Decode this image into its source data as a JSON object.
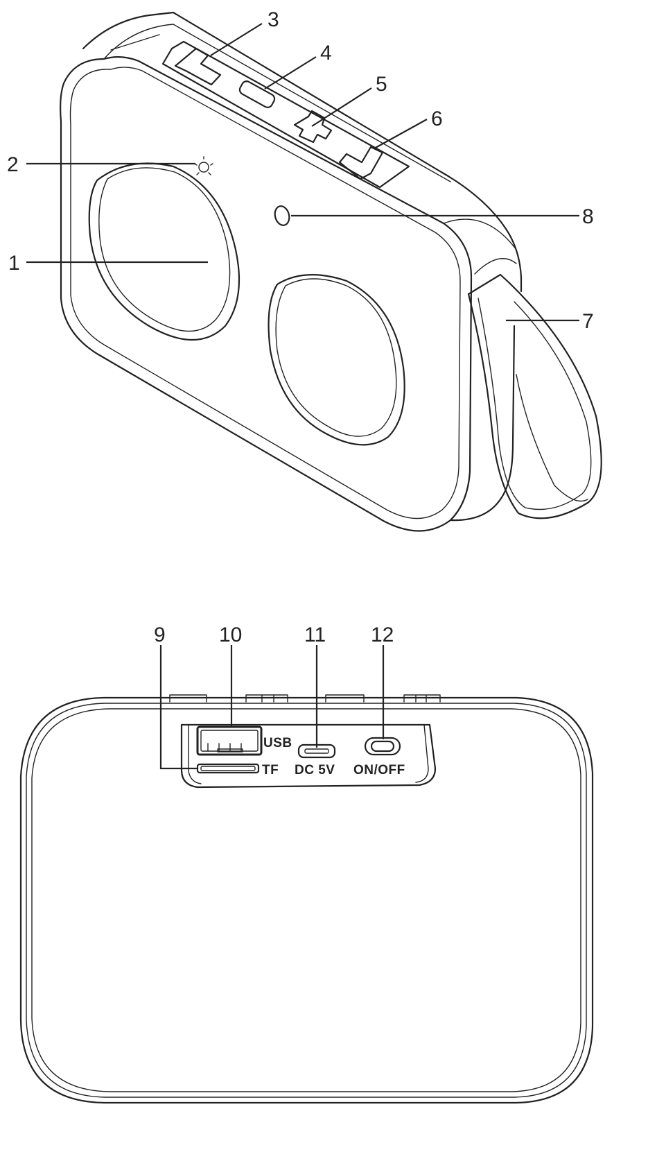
{
  "callouts": {
    "c1": "1",
    "c2": "2",
    "c3": "3",
    "c4": "4",
    "c5": "5",
    "c6": "6",
    "c7": "7",
    "c8": "8",
    "c9": "9",
    "c10": "10",
    "c11": "11",
    "c12": "12"
  },
  "ports": {
    "usb": "USB",
    "tf": "TF",
    "dc": "DC 5V",
    "power": "ON/OFF"
  },
  "colors": {
    "ink": "#222222",
    "background": "#ffffff"
  }
}
